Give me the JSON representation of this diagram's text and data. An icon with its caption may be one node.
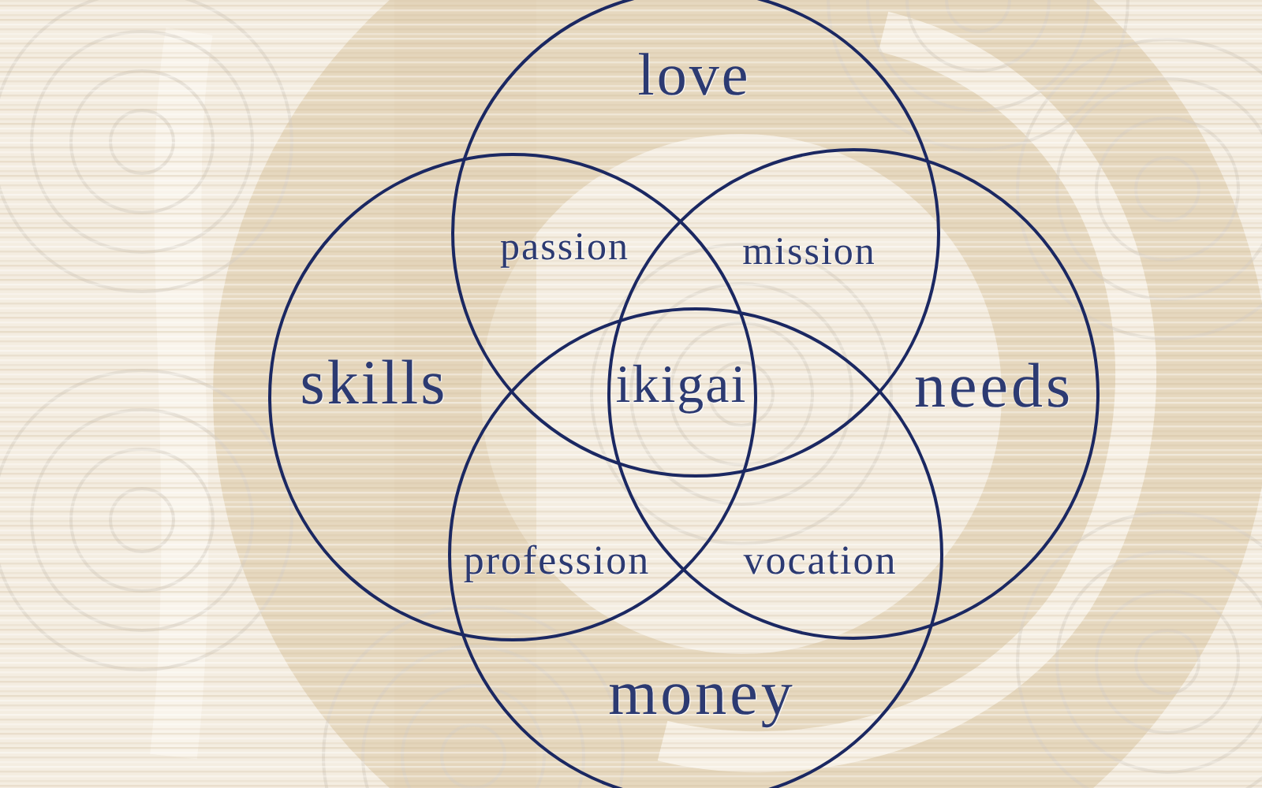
{
  "diagram": {
    "nodes": [
      {
        "text": [
          "love"
        ]
      },
      {
        "text": [
          "skills"
        ]
      },
      {
        "text": [
          "needs"
        ]
      },
      {
        "text": [
          "money"
        ]
      }
    ],
    "labels": [
      "passion",
      "mission",
      "ikigai",
      "profession",
      "vocation"
    ]
  }
}
